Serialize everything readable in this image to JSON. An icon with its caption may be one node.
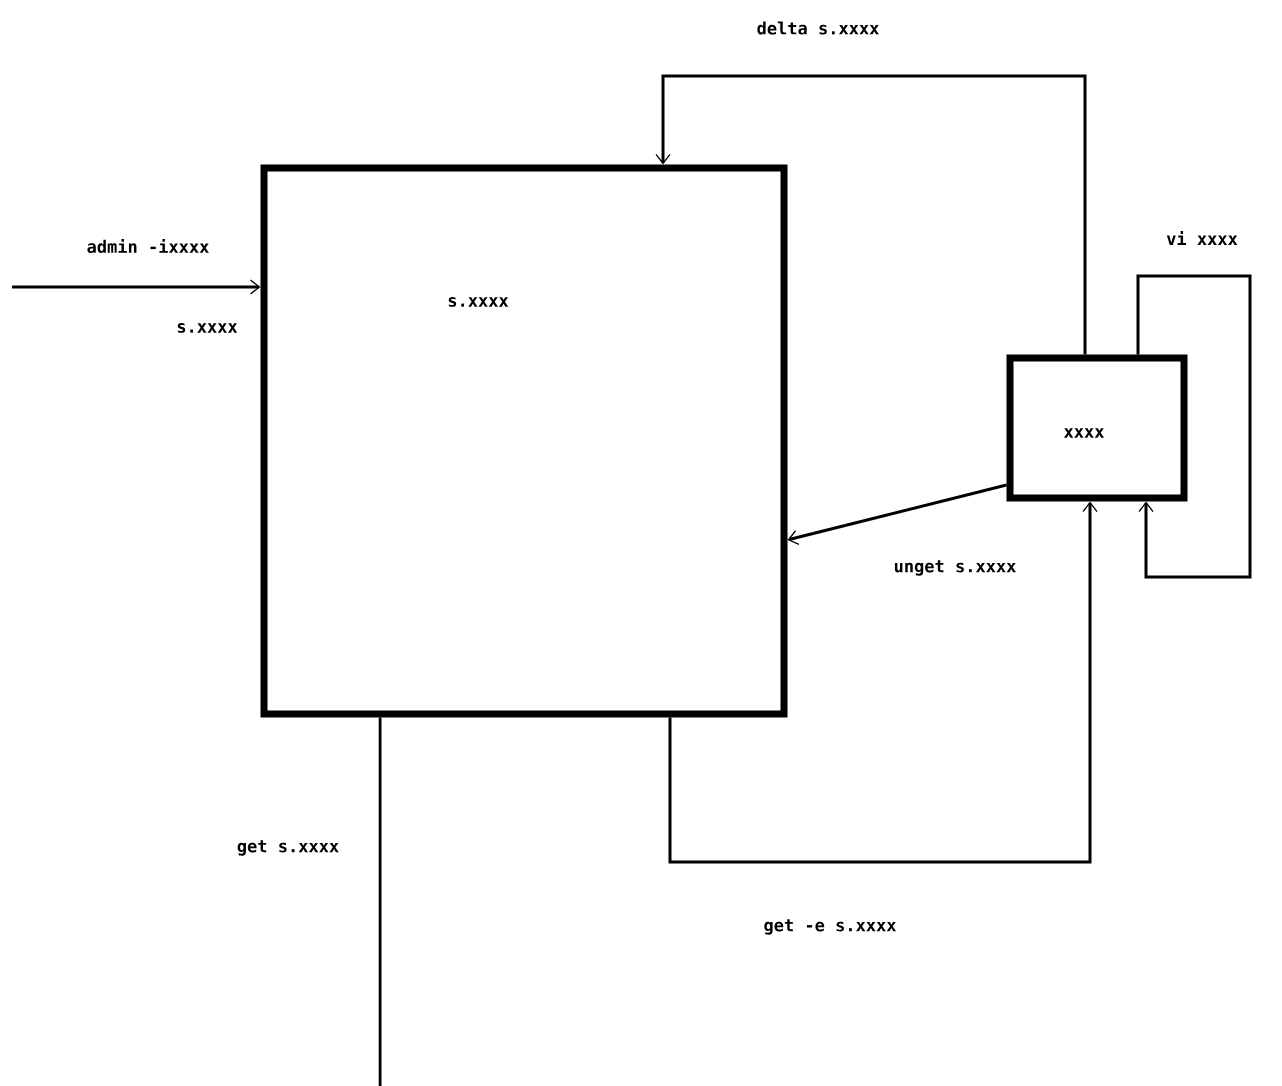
{
  "diagram": {
    "nodes": [
      {
        "text": [
          "s.xxxx"
        ]
      },
      {
        "text": [
          "xxxx"
        ]
      }
    ],
    "edges": [
      {
        "from": null,
        "to": 0,
        "arrow": "to",
        "label": "admin -ixxxx"
      },
      {
        "from": 1,
        "to": 0,
        "arrow": "to",
        "label": "delta s.xxxx"
      },
      {
        "from": 1,
        "to": 0,
        "arrow": "to",
        "label": "unget s.xxxx"
      },
      {
        "from": 0,
        "to": 1,
        "arrow": "to",
        "label": "get -e s.xxxx"
      },
      {
        "from": 1,
        "to": 1,
        "arrow": "to",
        "label": "vi xxxx"
      },
      {
        "from": 0,
        "to": null,
        "arrow": "none",
        "label": "get s.xxxx"
      }
    ],
    "labels": [
      "s.xxxx"
    ]
  }
}
